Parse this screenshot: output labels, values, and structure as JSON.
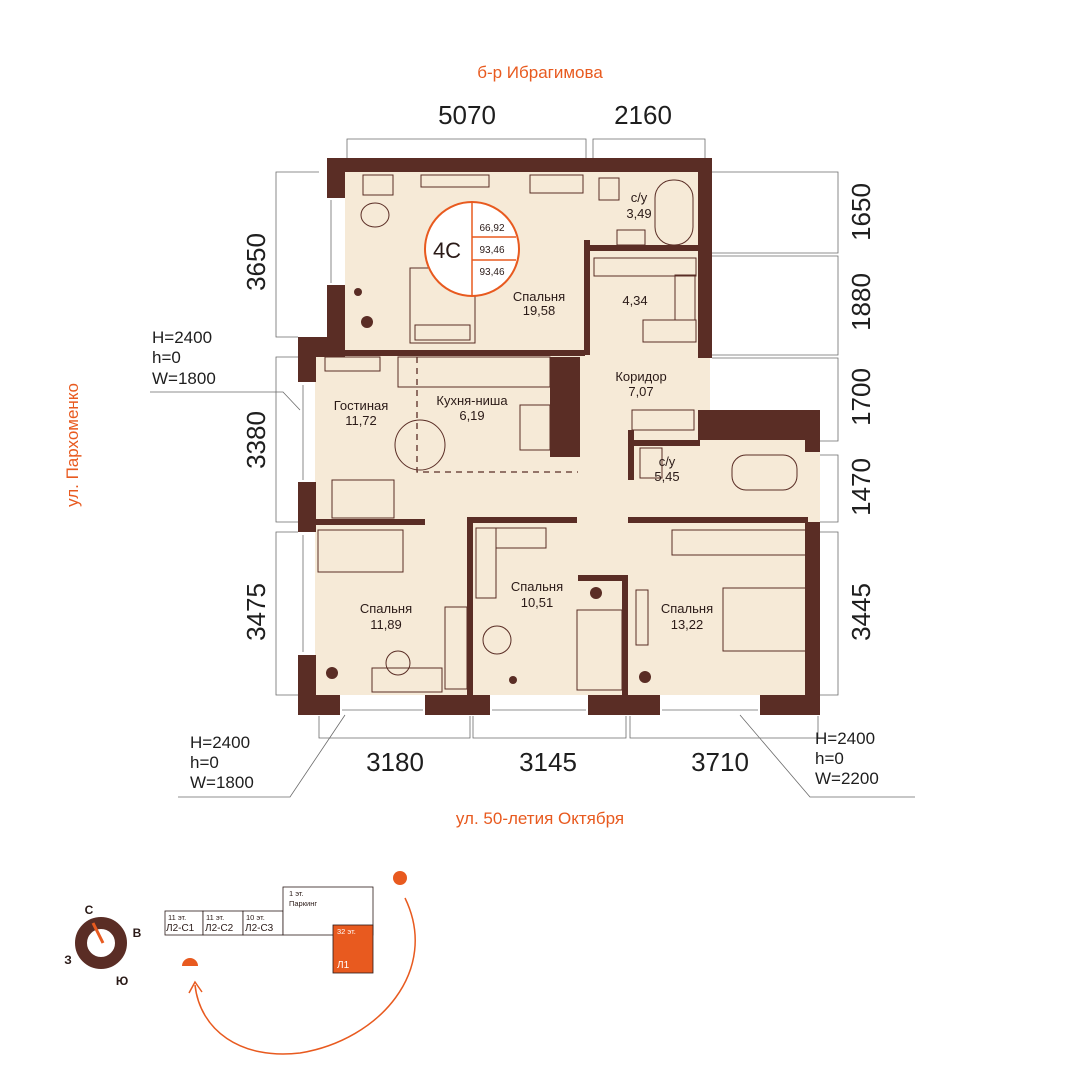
{
  "streets": {
    "top": "б-р Ибрагимова",
    "left": "ул. Пархоменко",
    "bottom": "ул. 50-летия Октября"
  },
  "dimensions": {
    "top": [
      "5070",
      "2160"
    ],
    "left": [
      "3650",
      "3380",
      "3475"
    ],
    "right": [
      "1650",
      "1880",
      "1700",
      "1470",
      "3445"
    ],
    "bottom": [
      "3180",
      "3145",
      "3710"
    ]
  },
  "windows": {
    "left_middle": {
      "h_upper": "H=2400",
      "h_lower": "h=0",
      "w": "W=1800"
    },
    "bottom_left": {
      "h_upper": "H=2400",
      "h_lower": "h=0",
      "w": "W=1800"
    },
    "bottom_right": {
      "h_upper": "H=2400",
      "h_lower": "h=0",
      "w": "W=2200"
    }
  },
  "badge": {
    "type": "4С",
    "areas": [
      "66,92",
      "93,46",
      "93,46"
    ]
  },
  "rooms": {
    "bath_top": {
      "name": "с/у",
      "area": "3,49"
    },
    "closet": {
      "name": "",
      "area": "4,34"
    },
    "bedroom_top": {
      "name": "Спальня",
      "area": "19,58"
    },
    "corridor": {
      "name": "Коридор",
      "area": "7,07"
    },
    "living": {
      "name": "Гостиная",
      "area": "11,72"
    },
    "kitchen": {
      "name": "Кухня-ниша",
      "area": "6,19"
    },
    "bath_mid": {
      "name": "с/у",
      "area": "5,45"
    },
    "bedroom_left": {
      "name": "Спальня",
      "area": "11,89"
    },
    "bedroom_mid": {
      "name": "Спальня",
      "area": "10,51"
    },
    "bedroom_right": {
      "name": "Спальня",
      "area": "13,22"
    }
  },
  "compass": {
    "north": "С",
    "east": "В",
    "south": "Ю",
    "west": "З"
  },
  "site": {
    "blocks": [
      {
        "floors": "11 эт.",
        "name": "Л2-С1"
      },
      {
        "floors": "11 эт.",
        "name": "Л2-С2"
      },
      {
        "floors": "10 эт.",
        "name": "Л2-С3"
      }
    ],
    "parking": {
      "floors": "1 эт.",
      "name": "Паркинг"
    },
    "highlight": {
      "floors": "32 эт.",
      "name": "Л1",
      "color": "#e85a1f"
    }
  },
  "colors": {
    "accent": "#e85a1f",
    "wall": "#5a2d25",
    "floor": "#f6ead7"
  }
}
